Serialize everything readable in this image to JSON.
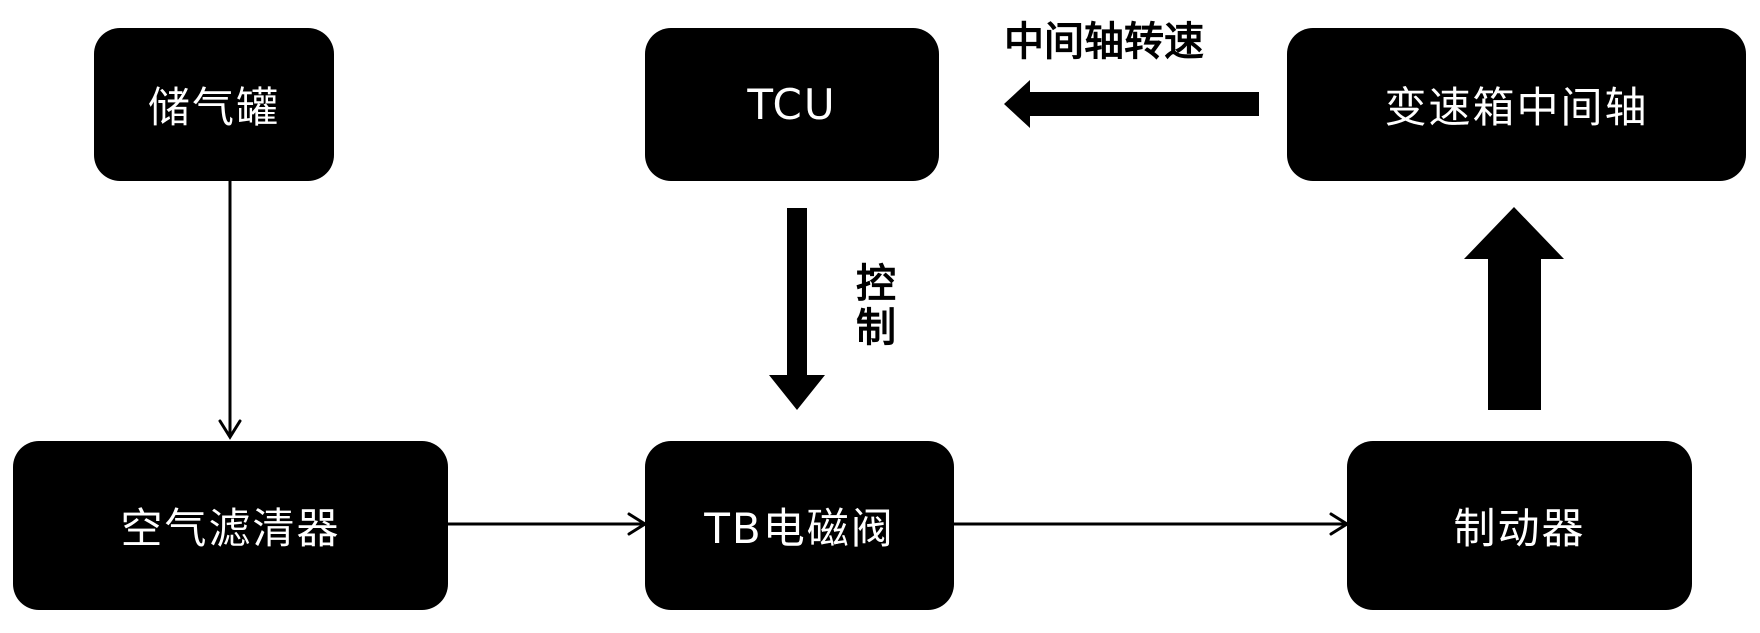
{
  "diagram": {
    "nodes": {
      "air_tank": {
        "label": "储气罐"
      },
      "tcu": {
        "label": "TCU"
      },
      "gearbox_countershaft": {
        "label": "变速箱中间轴"
      },
      "air_filter": {
        "label": "空气滤清器"
      },
      "tb_solenoid_valve": {
        "label": "TB电磁阀"
      },
      "brake": {
        "label": "制动器"
      }
    },
    "edges": [
      {
        "from": "air_tank",
        "to": "air_filter",
        "style": "thin",
        "label": ""
      },
      {
        "from": "air_filter",
        "to": "tb_solenoid_valve",
        "style": "thin",
        "label": ""
      },
      {
        "from": "tb_solenoid_valve",
        "to": "brake",
        "style": "thin",
        "label": ""
      },
      {
        "from": "brake",
        "to": "gearbox_countershaft",
        "style": "thick",
        "label": ""
      },
      {
        "from": "gearbox_countershaft",
        "to": "tcu",
        "style": "thick",
        "label": "中间轴转速"
      },
      {
        "from": "tcu",
        "to": "tb_solenoid_valve",
        "style": "thick",
        "label": "控制"
      }
    ],
    "edge_labels": {
      "countershaft_speed": "中间轴转速",
      "control": "控制"
    },
    "colors": {
      "node_fill": "#000000",
      "node_text": "#ffffff",
      "edge": "#000000",
      "background": "#ffffff"
    }
  }
}
